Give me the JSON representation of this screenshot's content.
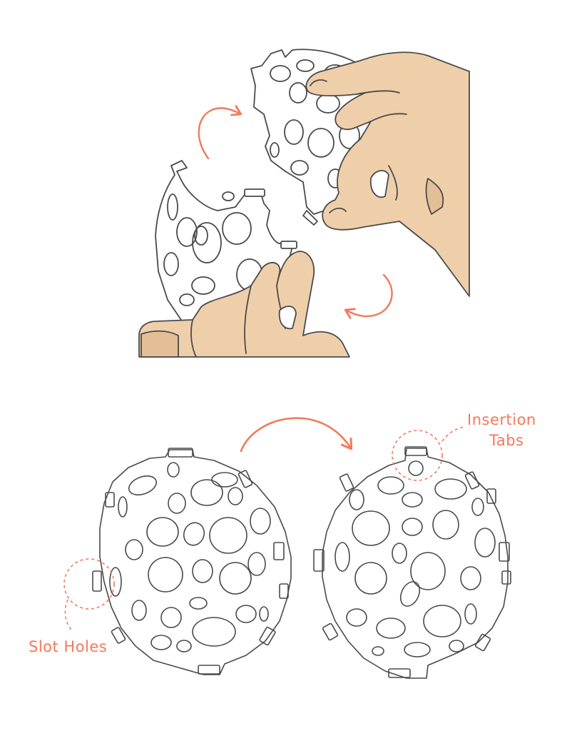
{
  "labels": {
    "insertion_line1": "Insertion",
    "insertion_line2": "Tabs",
    "slot_holes": "Slot Holes"
  },
  "colors": {
    "accent": "#F2795B",
    "outline": "#4a4a4a",
    "skin": "#EFCFAA",
    "skin_shade": "#E4BE96",
    "background": "#FFFFFF"
  },
  "icons": {
    "rotation_arrows": "curved-arrow-icon",
    "hands": "hand-illustration"
  }
}
